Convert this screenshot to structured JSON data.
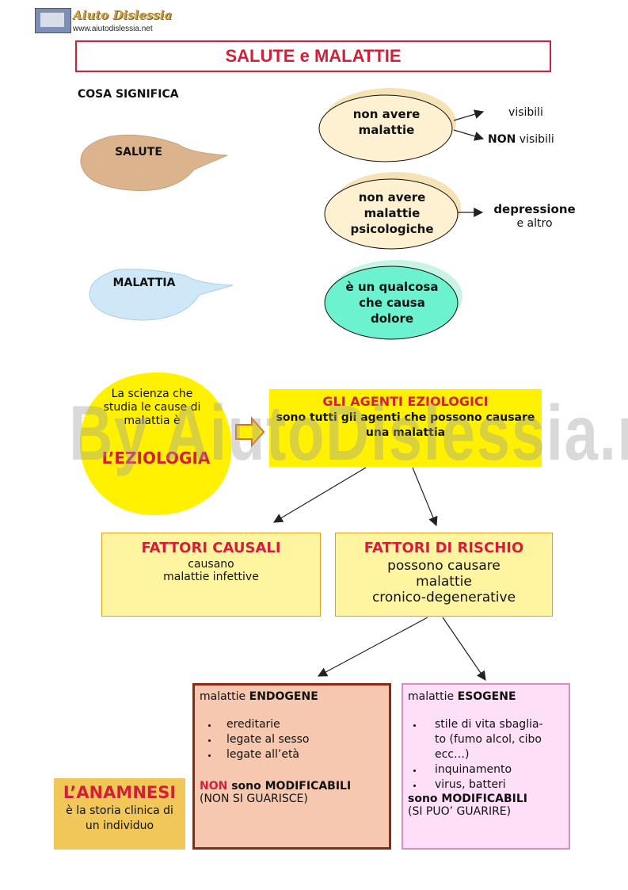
{
  "header": {
    "logo_text": "Aiuto Dislessia",
    "logo_url": "www.aiutodislessia.net"
  },
  "title": "SALUTE e MALATTIE",
  "cosa_significa": "COSA SIGNIFICA",
  "salute": {
    "label": "SALUTE",
    "bubble1": "non avere malattie",
    "bubble1_out": [
      "visibili",
      "NON",
      "visibili"
    ],
    "bubble2": "non avere malattie psicologiche",
    "bubble2_out": [
      "depressione",
      "e altro"
    ]
  },
  "malattia": {
    "label": "MALATTIA",
    "bubble": "è un qualcosa che causa dolore"
  },
  "eziologia": {
    "text": "La scienza che studia le cause di malattia è",
    "term": "L’EZIOLOGIA"
  },
  "agenti": {
    "head": "GLI AGENTI EZIOLOGICI",
    "desc": "sono tutti gli agenti che possono causare una malattia"
  },
  "causali": {
    "head": "FATTORI CAUSALI",
    "desc1": "causano",
    "desc2": "malattie infettive"
  },
  "rischio": {
    "head": "FATTORI DI RISCHIO",
    "desc1": "possono causare",
    "desc2": "malattie",
    "desc3": "cronico-degenerative"
  },
  "endogene": {
    "prefix": "malattie",
    "word": "ENDOGENE",
    "items": [
      "ereditarie",
      "legate al sesso",
      "legate all’età"
    ],
    "non": "NON",
    "mod": "sono MODIFICABILI",
    "note": "(NON SI GUARISCE)"
  },
  "esogene": {
    "prefix": "malattie",
    "word": "ESOGENE",
    "items": [
      "stile di vita sbaglia-to (fumo alcol, cibo ecc…)",
      "inquinamento",
      "virus, batteri"
    ],
    "mod": "sono MODIFICABILI",
    "note": "(SI PUO’ GUARIRE)"
  },
  "anamnesi": {
    "head": "L’ANAMNESI",
    "desc": "è la storia clinica di un individuo"
  },
  "watermark": "By AiutoDislessia.net",
  "colors": {
    "red": "#d41f3a",
    "salute": "#dbb48e",
    "malattia": "#cfe8f8",
    "cream": "#fdf1d2",
    "teal": "#6cf2cf",
    "yellow": "#fff100",
    "note_yellow": "#fff5a0"
  }
}
